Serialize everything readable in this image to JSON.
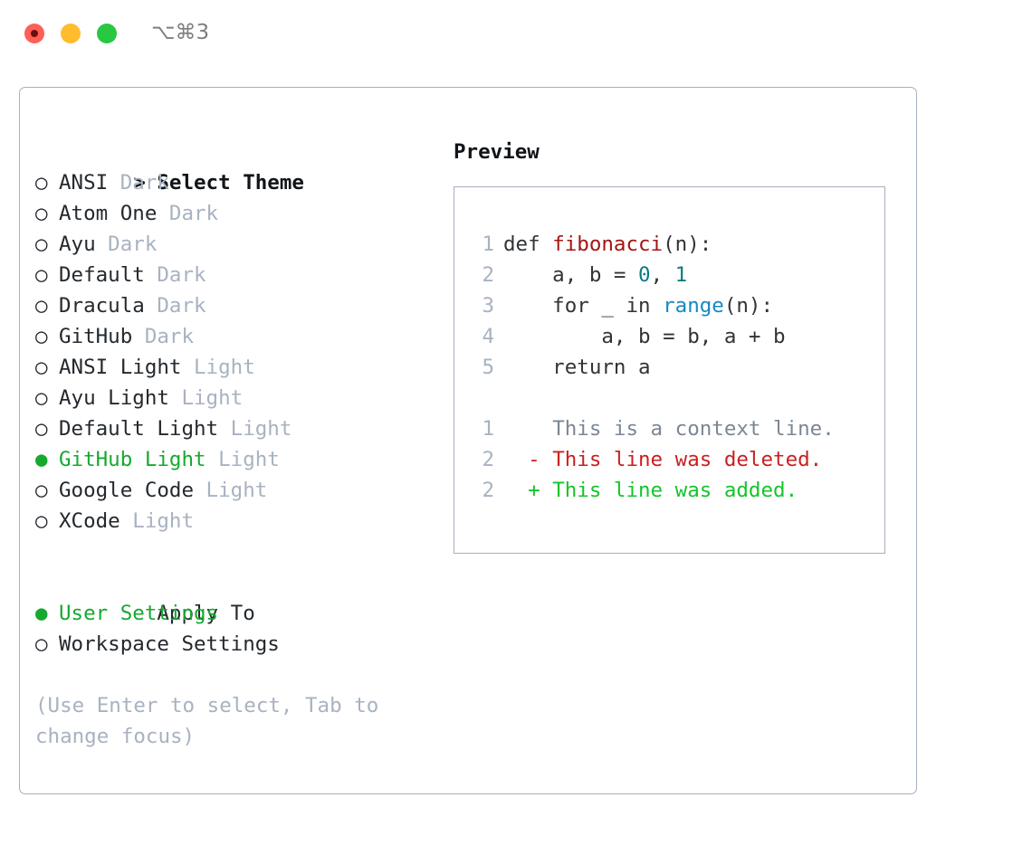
{
  "titlebar": {
    "shortcut": "⌥⌘3",
    "buttons": {
      "close": "close",
      "minimize": "minimize",
      "maximize": "maximize"
    }
  },
  "theme_selector": {
    "header_marker": ">",
    "header_label": "Select Theme",
    "unselected_marker": "○",
    "selected_marker": "●",
    "items": [
      {
        "marker": "○",
        "label": "ANSI",
        "tag": "Dark",
        "selected": false
      },
      {
        "marker": "○",
        "label": "Atom One",
        "tag": "Dark",
        "selected": false
      },
      {
        "marker": "○",
        "label": "Ayu",
        "tag": "Dark",
        "selected": false
      },
      {
        "marker": "○",
        "label": "Default",
        "tag": "Dark",
        "selected": false
      },
      {
        "marker": "○",
        "label": "Dracula",
        "tag": "Dark",
        "selected": false
      },
      {
        "marker": "○",
        "label": "GitHub",
        "tag": "Dark",
        "selected": false
      },
      {
        "marker": "○",
        "label": "ANSI Light",
        "tag": "Light",
        "selected": false
      },
      {
        "marker": "○",
        "label": "Ayu Light",
        "tag": "Light",
        "selected": false
      },
      {
        "marker": "○",
        "label": "Default Light",
        "tag": "Light",
        "selected": false
      },
      {
        "marker": "●",
        "label": "GitHub Light",
        "tag": "Light",
        "selected": true
      },
      {
        "marker": "○",
        "label": "Google Code",
        "tag": "Light",
        "selected": false
      },
      {
        "marker": "○",
        "label": "XCode",
        "tag": "Light",
        "selected": false
      }
    ]
  },
  "apply_to": {
    "header_label": "Apply To",
    "items": [
      {
        "marker": "●",
        "label": "User Settings",
        "selected": true
      },
      {
        "marker": "○",
        "label": "Workspace Settings",
        "selected": false
      }
    ]
  },
  "hint": "(Use Enter to select, Tab to change focus)",
  "preview": {
    "title": "Preview",
    "code_lines": [
      {
        "lineno": "1",
        "tokens": [
          {
            "text": "def ",
            "type": "kw"
          },
          {
            "text": "fibonacci",
            "type": "fn"
          },
          {
            "text": "(n):",
            "type": "plain"
          }
        ]
      },
      {
        "lineno": "2",
        "tokens": [
          {
            "text": "    a, b = ",
            "type": "plain"
          },
          {
            "text": "0",
            "type": "num"
          },
          {
            "text": ", ",
            "type": "plain"
          },
          {
            "text": "1",
            "type": "num"
          }
        ]
      },
      {
        "lineno": "3",
        "tokens": [
          {
            "text": "    for ",
            "type": "kw"
          },
          {
            "text": "_ ",
            "type": "plain"
          },
          {
            "text": "in ",
            "type": "kw"
          },
          {
            "text": "range",
            "type": "builtin"
          },
          {
            "text": "(n):",
            "type": "plain"
          }
        ]
      },
      {
        "lineno": "4",
        "tokens": [
          {
            "text": "        a, b = b, a + b",
            "type": "plain"
          }
        ]
      },
      {
        "lineno": "5",
        "tokens": [
          {
            "text": "    return ",
            "type": "kw"
          },
          {
            "text": "a",
            "type": "plain"
          }
        ]
      }
    ],
    "diff_lines": [
      {
        "lineno": "1",
        "sign": " ",
        "text": "This is a context line.",
        "kind": "ctx"
      },
      {
        "lineno": "2",
        "sign": "-",
        "text": "This line was deleted.",
        "kind": "del"
      },
      {
        "lineno": "2",
        "sign": "+",
        "text": "This line was added.",
        "kind": "add"
      }
    ]
  },
  "colors": {
    "selected_green": "#16a92f",
    "tag_gray": "#a8b2c1",
    "border": "#a7b1c0",
    "traffic_red": "#ff5f57",
    "traffic_yellow": "#ffbd2e",
    "traffic_green": "#28c840",
    "syntax_function": "#a31515",
    "syntax_number": "#0a7b83",
    "syntax_builtin": "#1589c4",
    "diff_deleted": "#cc1f1f",
    "diff_added": "#15c42a",
    "diff_context": "#7c8794"
  }
}
